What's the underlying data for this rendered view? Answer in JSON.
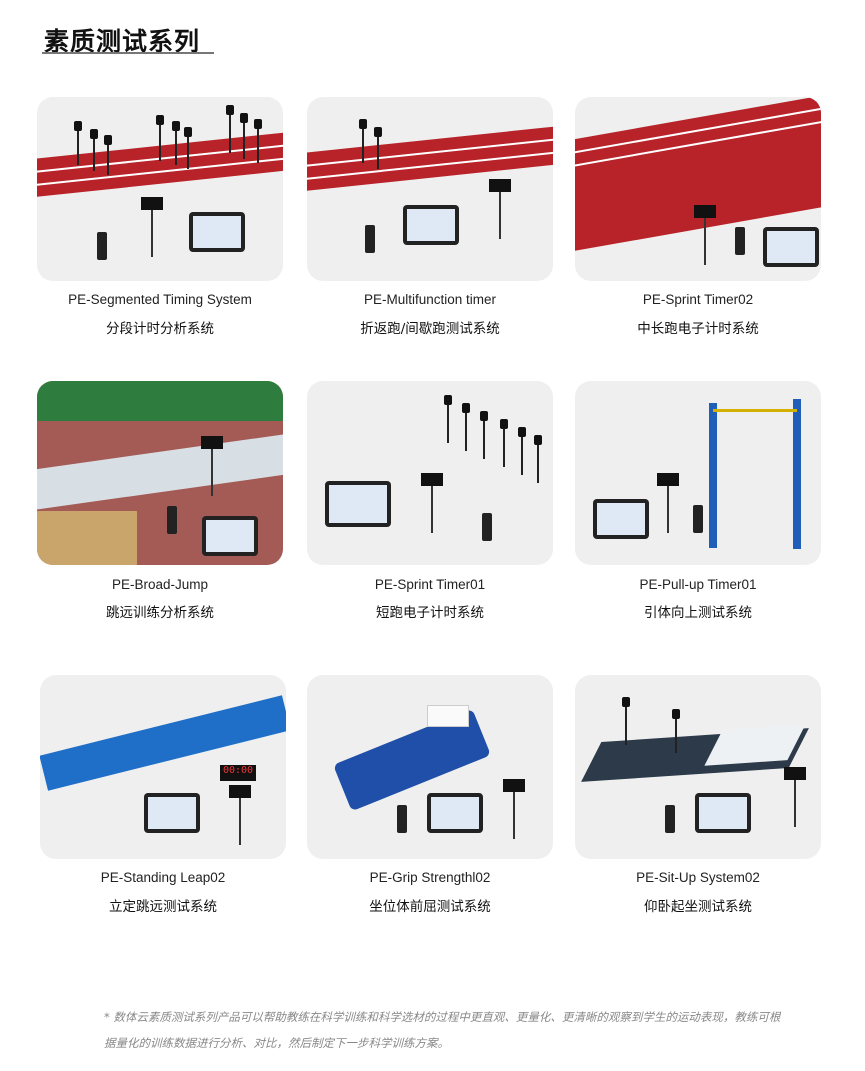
{
  "title": "素质测试系列",
  "products": [
    {
      "en": "PE-Segmented Timing System",
      "cn": "分段计时分析系统"
    },
    {
      "en": "PE-Multifunction timer",
      "cn": "折返跑/间歇跑测试系统"
    },
    {
      "en": "PE-Sprint Timer02",
      "cn": "中长跑电子计时系统"
    },
    {
      "en": "PE-Broad-Jump",
      "cn": "跳远训练分析系统"
    },
    {
      "en": "PE-Sprint Timer01",
      "cn": "短跑电子计时系统"
    },
    {
      "en": "PE-Pull-up Timer01",
      "cn": "引体向上测试系统"
    },
    {
      "en": "PE-Standing Leap02",
      "cn": "立定跳远测试系统"
    },
    {
      "en": "PE-Grip Strengthl02",
      "cn": "坐位体前屈测试系统"
    },
    {
      "en": "PE-Sit-Up System02",
      "cn": "仰卧起坐测试系统"
    }
  ],
  "footnote": "* 数体云素质测试系列产品可以帮助教练在科学训练和科学选材的过程中更直观、更量化、更清晰的观察到学生的运动表现，教练可根据量化的训练数据进行分析、对比，然后制定下一步科学训练方案。",
  "colors": {
    "track": "#b8232a",
    "card": "#efefef",
    "blue": "#1f5fb8"
  }
}
